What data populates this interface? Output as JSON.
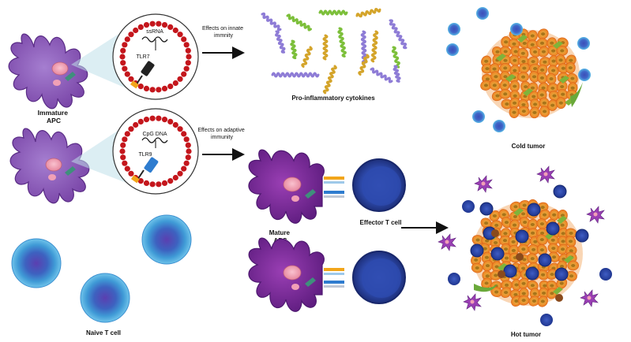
{
  "labels": {
    "immature_apc": "Immature\nAPC",
    "ssrna": "ssRNA",
    "tlr7": "TLR7",
    "effects_innate": "Effects on innate\nimmnity",
    "pro_inflammatory": "Pro-inflammatory cytokines",
    "cold_tumor": "Cold tumor",
    "cpg_dna": "CpG DNA",
    "tlr9": "TLR9",
    "effects_adaptive": "Effects on adaptive\nimmunity",
    "effector_t_cell": "Effector T cell",
    "mature_apc": "Mature\nAPC",
    "naive_t_cell": "Naive T cell",
    "hot_tumor": "Hot tumor"
  },
  "colors": {
    "apc_purple": "#8a4fb3",
    "apc_dark_purple": "#6b2b8f",
    "tlr7_black": "#222222",
    "tlr9_blue": "#2e7ccf",
    "endosome_red": "#c4161c",
    "tumor_orange": "#f29a35",
    "tcell_blue": "#2f4aa8",
    "naive_cyan": "#4fa3d9",
    "cytokine_purple": "#8e7cd6",
    "cytokine_green": "#7cbf3a",
    "cytokine_gold": "#d4a42a"
  }
}
